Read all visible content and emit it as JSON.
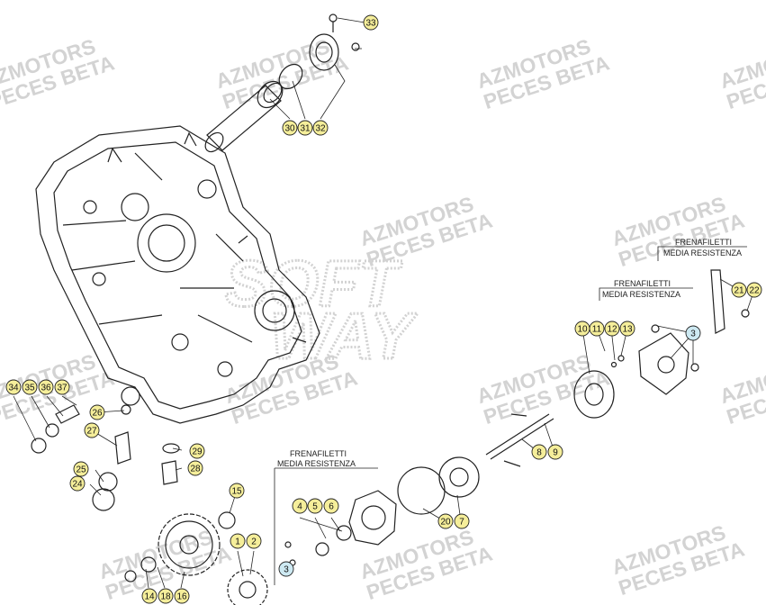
{
  "watermark": {
    "line1": "AZMOTORS",
    "line2": "PECES BETA",
    "color": "#c8c8c8"
  },
  "center_mark": {
    "line1": "SOFT",
    "line2": "WAY",
    "color": "#d2d2d2"
  },
  "callout_color": "#f5ee9a",
  "callout_alt_color": "#cde9f2",
  "callouts": {
    "n1": "1",
    "n2": "2",
    "n3": "3",
    "n4": "4",
    "n5": "5",
    "n6": "6",
    "n7": "7",
    "n8": "8",
    "n9": "9",
    "n10": "10",
    "n11": "11",
    "n12": "12",
    "n13": "13",
    "n14": "14",
    "n15": "15",
    "n16": "16",
    "n18": "18",
    "n20": "20",
    "n21": "21",
    "n22": "22",
    "n24": "24",
    "n25": "25",
    "n26": "26",
    "n27": "27",
    "n28": "28",
    "n29": "29",
    "n30": "30",
    "n31": "31",
    "n32": "32",
    "n33": "33",
    "n34": "34",
    "n35": "35",
    "n36": "36",
    "n37": "37"
  },
  "labels": {
    "thread_lock_a_l1": "FRENAFILETTI",
    "thread_lock_a_l2": "MEDIA RESISTENZA",
    "thread_lock_b_l1": "FRENAFILETTI",
    "thread_lock_b_l2": "MEDIA RESISTENZA",
    "thread_lock_c_l1": "FRENAFILETTI",
    "thread_lock_c_l2": "MEDIA RESISTENZA"
  }
}
